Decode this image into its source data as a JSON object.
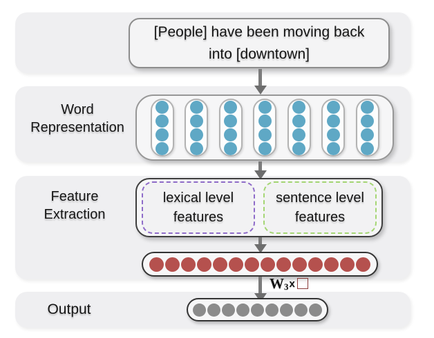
{
  "figure": {
    "input_sentence": "[People] have been moving back into [downtown]",
    "word_representation": {
      "label": "Word Representation",
      "columns": 7,
      "dots_per_column": 4,
      "dot_color": "#5fa8c5"
    },
    "feature_extraction": {
      "label": "Feature Extraction",
      "lexical_box": {
        "label": "lexical level features",
        "border_color": "#8f6cc9"
      },
      "sentence_box": {
        "label": "sentence level features",
        "border_color": "#a5d674"
      },
      "feature_vector": {
        "count": 14,
        "color": "#b5514e"
      }
    },
    "output": {
      "label": "Output",
      "vector": {
        "count": 9,
        "color": "#8b8b8b"
      }
    },
    "weight_annotation": {
      "base": "W",
      "subscript": "3",
      "times": "x",
      "square_color": "#b5514e",
      "square_border": "#8a3c3a"
    }
  }
}
